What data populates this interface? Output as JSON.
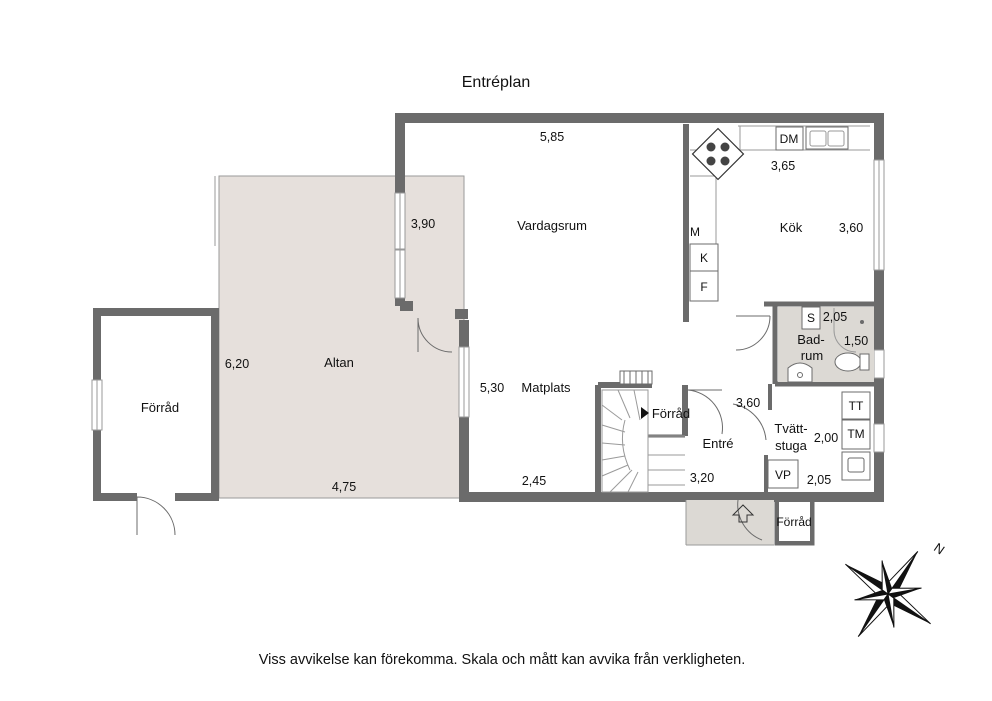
{
  "title": "Entréplan",
  "disclaimer": "Viss avvikelse kan förekomma. Skala och mått kan avvika från verkligheten.",
  "colors": {
    "wall": "#6b6b6b",
    "altan": "#e6e0dc",
    "wetroom": "#dcd9d4",
    "line": "#9a9a9a"
  },
  "rooms": {
    "vardagsrum": "Vardagsrum",
    "kok": "Kök",
    "altan": "Altan",
    "forrad_left": "Förråd",
    "matplats": "Matplats",
    "forrad_mid": "Förråd",
    "entre": "Entré",
    "badrum_1": "Bad-",
    "badrum_2": "rum",
    "tvattstuga_1": "Tvätt-",
    "tvattstuga_2": "stuga",
    "forrad_small": "Förråd"
  },
  "dimensions": {
    "vardagsrum_w": "5,85",
    "vardagsrum_h": "3,90",
    "kok_w": "3,65",
    "kok_h": "3,60",
    "altan_h": "6,20",
    "altan_w": "4,75",
    "matplats_h": "5,30",
    "matplats_w": "2,45",
    "entre_top": "3,60",
    "entre_w": "3,20",
    "badrum_w": "2,05",
    "badrum_h": "1,50",
    "tvatt_h": "2,00",
    "tvatt_w": "2,05"
  },
  "appliances": {
    "dm": "DM",
    "m": "M",
    "k": "K",
    "f": "F",
    "s": "S",
    "tt": "TT",
    "tm": "TM",
    "vp": "VP"
  },
  "compass_label": "N"
}
